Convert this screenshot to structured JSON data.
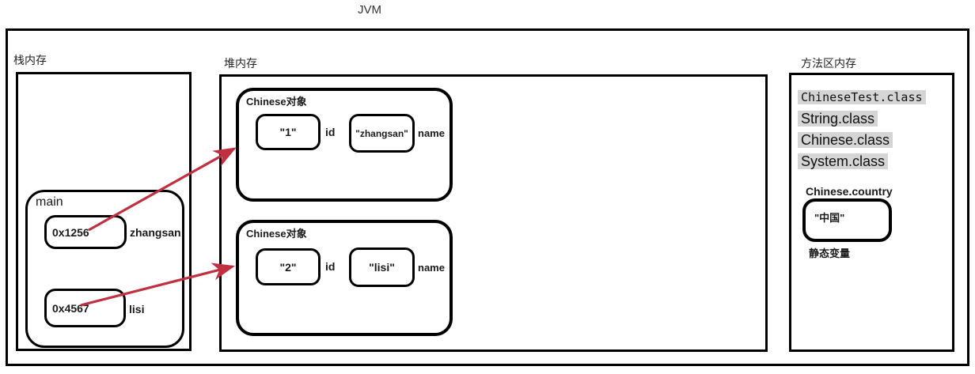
{
  "title": "JVM",
  "colors": {
    "arrow": "#c03040",
    "highlight": "#d5d5d5",
    "line": "#000000"
  },
  "stack": {
    "label": "栈内存",
    "frame": {
      "label": "main",
      "vars": [
        {
          "value": "0x1256",
          "name": "zhangsan"
        },
        {
          "value": "0x4567",
          "name": "lisi"
        }
      ]
    }
  },
  "heap": {
    "label": "堆内存",
    "objects": [
      {
        "title": "Chinese对象",
        "fields": [
          {
            "value": "\"1\"",
            "name": "id"
          },
          {
            "value": "\"zhangsan\"",
            "name": "name"
          }
        ]
      },
      {
        "title": "Chinese对象",
        "fields": [
          {
            "value": "\"2\"",
            "name": "id"
          },
          {
            "value": "\"lisi\"",
            "name": "name"
          }
        ]
      }
    ]
  },
  "method_area": {
    "label": "方法区内存",
    "classes": [
      "ChineseTest.class",
      "String.class",
      "Chinese.class",
      "System.class"
    ],
    "static_field": {
      "label": "Chinese.country",
      "value": "\"中国\"",
      "caption": "静态变量"
    }
  }
}
